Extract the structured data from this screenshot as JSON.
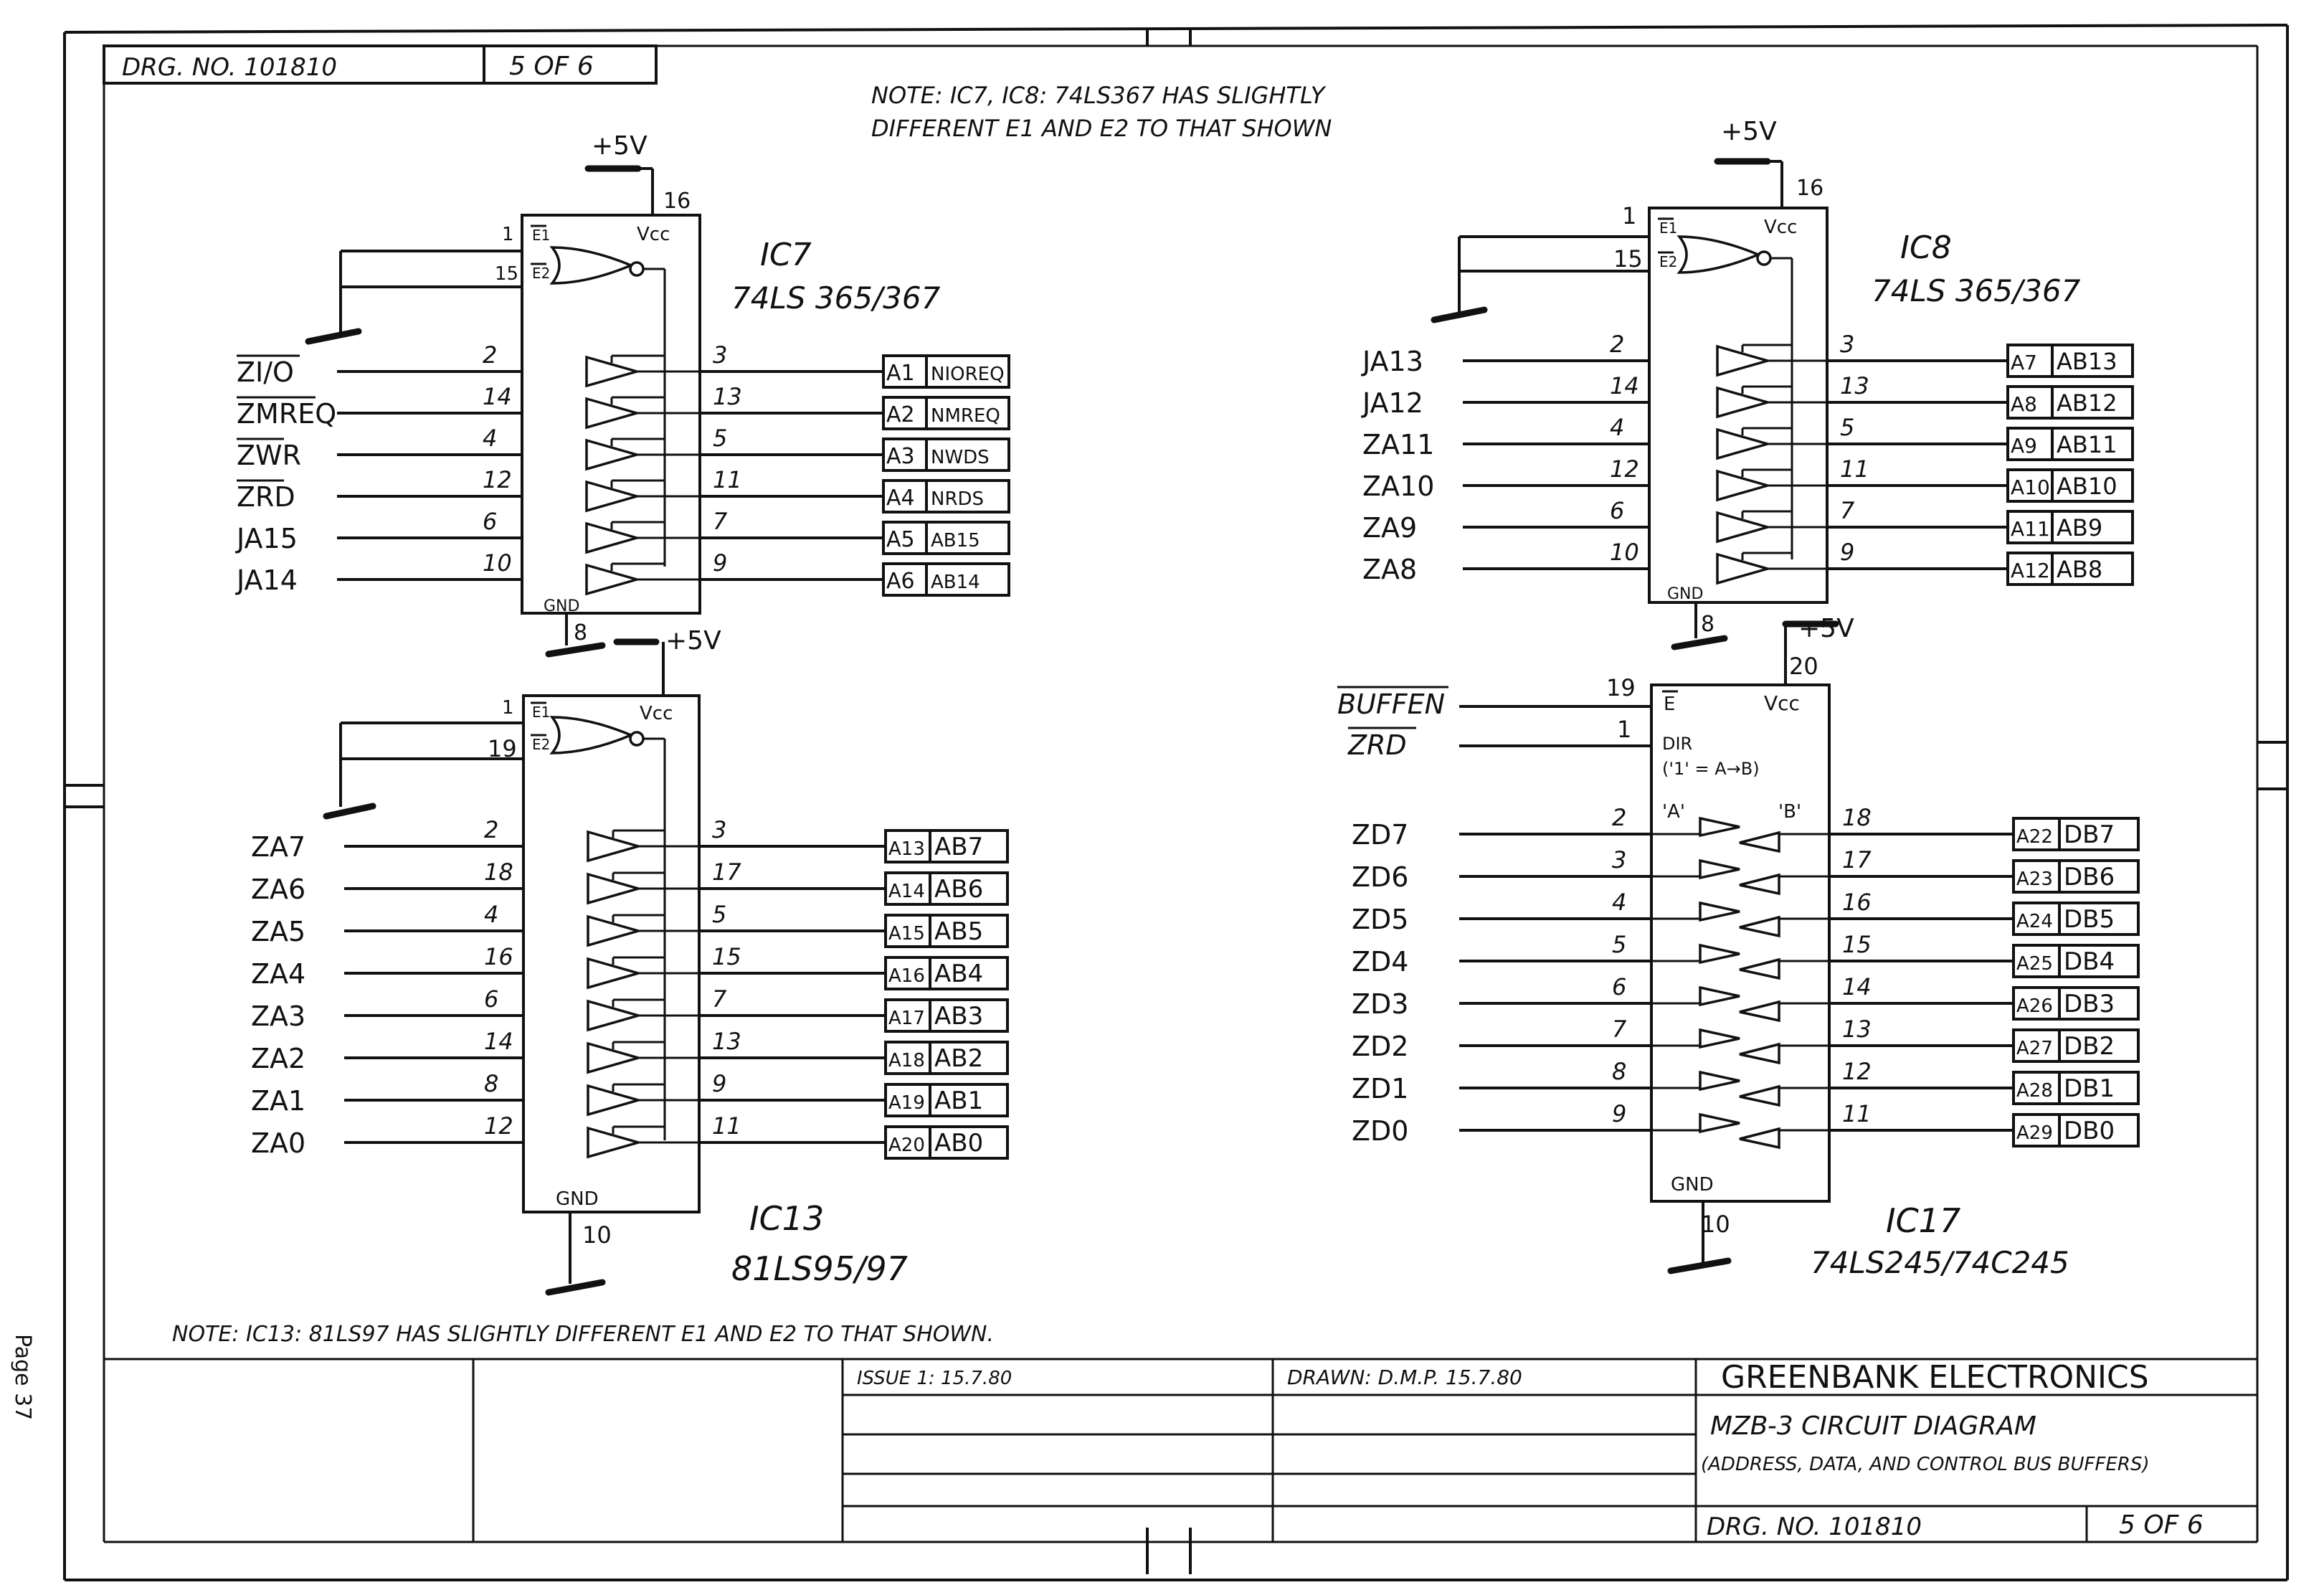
{
  "page_label": "Page 37",
  "header": {
    "drg_no": "DRG. NO. 101810",
    "sheet": "5 OF 6"
  },
  "notes": {
    "top_line1": "NOTE: IC7, IC8: 74LS367 HAS SLIGHTLY",
    "top_line2": "DIFFERENT E1 AND E2 TO THAT SHOWN",
    "bottom": "NOTE: IC13: 81LS97 HAS SLIGHTLY DIFFERENT E1 AND E2 TO THAT SHOWN."
  },
  "common": {
    "plus5v": "+5V",
    "vcc": "Vcc",
    "gnd": "GND",
    "e1": "E1",
    "e2": "E2",
    "e": "E"
  },
  "ic7": {
    "name": "IC7",
    "part": "74LS 365/367",
    "vcc_pin": "16",
    "gnd_pin": "8",
    "e1_pin": "1",
    "e2_pin": "15",
    "rows": [
      {
        "signal": "ZI/O",
        "in_pin": "2",
        "out_pin": "3",
        "conn": "A1",
        "net": "NIOREQ"
      },
      {
        "signal": "ZMREQ",
        "in_pin": "14",
        "out_pin": "13",
        "conn": "A2",
        "net": "NMREQ"
      },
      {
        "signal": "ZWR",
        "in_pin": "4",
        "out_pin": "5",
        "conn": "A3",
        "net": "NWDS"
      },
      {
        "signal": "ZRD",
        "in_pin": "12",
        "out_pin": "11",
        "conn": "A4",
        "net": "NRDS"
      },
      {
        "signal": "JA15",
        "in_pin": "6",
        "out_pin": "7",
        "conn": "A5",
        "net": "AB15"
      },
      {
        "signal": "JA14",
        "in_pin": "10",
        "out_pin": "9",
        "conn": "A6",
        "net": "AB14"
      }
    ]
  },
  "ic8": {
    "name": "IC8",
    "part": "74LS 365/367",
    "vcc_pin": "16",
    "gnd_pin": "8",
    "e1_pin": "1",
    "e2_pin": "15",
    "rows": [
      {
        "signal": "JA13",
        "in_pin": "2",
        "out_pin": "3",
        "conn": "A7",
        "net": "AB13"
      },
      {
        "signal": "JA12",
        "in_pin": "14",
        "out_pin": "13",
        "conn": "A8",
        "net": "AB12"
      },
      {
        "signal": "ZA11",
        "in_pin": "4",
        "out_pin": "5",
        "conn": "A9",
        "net": "AB11"
      },
      {
        "signal": "ZA10",
        "in_pin": "12",
        "out_pin": "11",
        "conn": "A10",
        "net": "AB10"
      },
      {
        "signal": "ZA9",
        "in_pin": "6",
        "out_pin": "7",
        "conn": "A11",
        "net": "AB9"
      },
      {
        "signal": "ZA8",
        "in_pin": "10",
        "out_pin": "9",
        "conn": "A12",
        "net": "AB8"
      }
    ]
  },
  "ic13": {
    "name": "IC13",
    "part": "81LS95/97",
    "vcc_pin": "",
    "gnd_pin": "10",
    "e1_pin": "1",
    "e2_pin": "19",
    "rows": [
      {
        "signal": "ZA7",
        "in_pin": "2",
        "out_pin": "3",
        "conn": "A13",
        "net": "AB7"
      },
      {
        "signal": "ZA6",
        "in_pin": "18",
        "out_pin": "17",
        "conn": "A14",
        "net": "AB6"
      },
      {
        "signal": "ZA5",
        "in_pin": "4",
        "out_pin": "5",
        "conn": "A15",
        "net": "AB5"
      },
      {
        "signal": "ZA4",
        "in_pin": "16",
        "out_pin": "15",
        "conn": "A16",
        "net": "AB4"
      },
      {
        "signal": "ZA3",
        "in_pin": "6",
        "out_pin": "7",
        "conn": "A17",
        "net": "AB3"
      },
      {
        "signal": "ZA2",
        "in_pin": "14",
        "out_pin": "13",
        "conn": "A18",
        "net": "AB2"
      },
      {
        "signal": "ZA1",
        "in_pin": "8",
        "out_pin": "9",
        "conn": "A19",
        "net": "AB1"
      },
      {
        "signal": "ZA0",
        "in_pin": "12",
        "out_pin": "11",
        "conn": "A20",
        "net": "AB0"
      }
    ]
  },
  "ic17": {
    "name": "IC17",
    "part": "74LS245/74C245",
    "vcc_pin": "20",
    "gnd_pin": "10",
    "enable_signal": "BUFFEN",
    "enable_pin": "19",
    "dir_signal": "ZRD",
    "dir_pin": "1",
    "dir_label": "DIR",
    "dir_note": "('1' = A→B)",
    "side_a": "'A'",
    "side_b": "'B'",
    "rows": [
      {
        "signal": "ZD7",
        "in_pin": "2",
        "out_pin": "18",
        "conn": "A22",
        "net": "DB7"
      },
      {
        "signal": "ZD6",
        "in_pin": "3",
        "out_pin": "17",
        "conn": "A23",
        "net": "DB6"
      },
      {
        "signal": "ZD5",
        "in_pin": "4",
        "out_pin": "16",
        "conn": "A24",
        "net": "DB5"
      },
      {
        "signal": "ZD4",
        "in_pin": "5",
        "out_pin": "15",
        "conn": "A25",
        "net": "DB4"
      },
      {
        "signal": "ZD3",
        "in_pin": "6",
        "out_pin": "14",
        "conn": "A26",
        "net": "DB3"
      },
      {
        "signal": "ZD2",
        "in_pin": "7",
        "out_pin": "13",
        "conn": "A27",
        "net": "DB2"
      },
      {
        "signal": "ZD1",
        "in_pin": "8",
        "out_pin": "12",
        "conn": "A28",
        "net": "DB1"
      },
      {
        "signal": "ZD0",
        "in_pin": "9",
        "out_pin": "11",
        "conn": "A29",
        "net": "DB0"
      }
    ]
  },
  "title_block": {
    "issue": "ISSUE 1: 15.7.80",
    "drawn": "DRAWN: D.M.P. 15.7.80",
    "company": "GREENBANK ELECTRONICS",
    "title": "MZB-3 CIRCUIT DIAGRAM",
    "subtitle": "(ADDRESS, DATA, AND CONTROL BUS BUFFERS)",
    "drg_no": "DRG. NO. 101810",
    "sheet": "5 OF 6"
  }
}
